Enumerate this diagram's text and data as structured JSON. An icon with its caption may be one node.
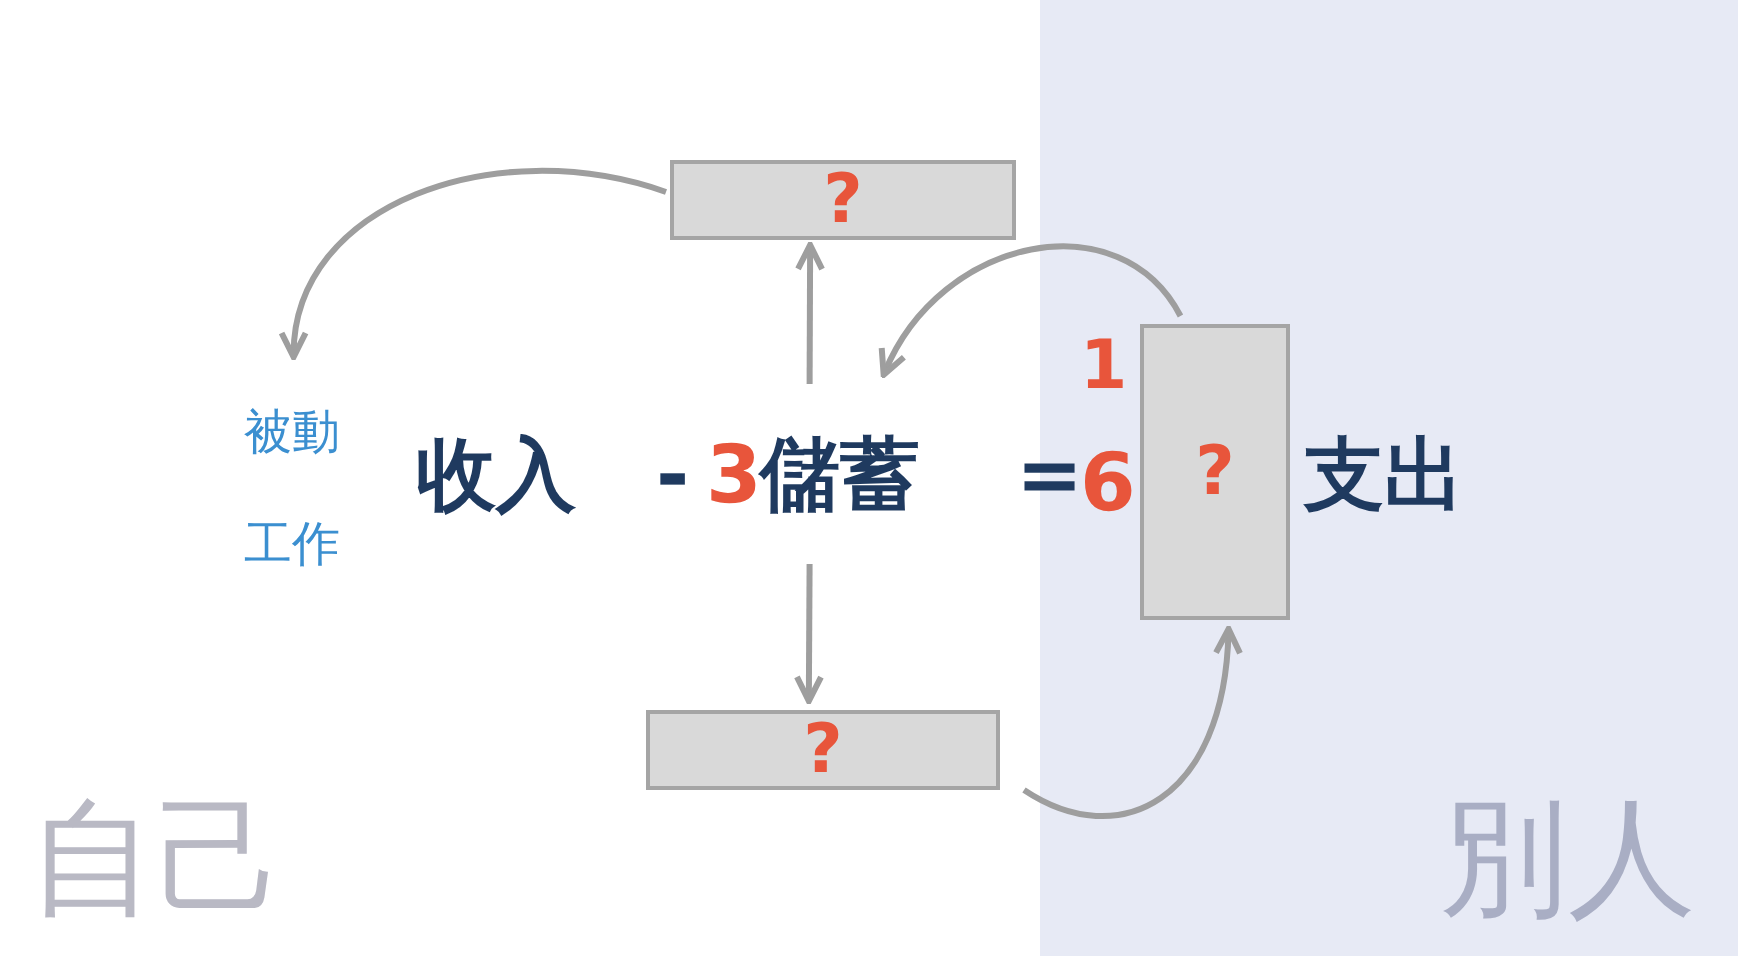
{
  "diagram": {
    "nodes": [
      {
        "text": [
          "?"
        ]
      },
      {
        "text": [
          "被動工作"
        ]
      },
      {
        "text": [
          "收入"
        ]
      },
      {
        "text": [
          "儲蓄"
        ]
      },
      {
        "text": [
          "?"
        ]
      },
      {
        "text": [
          "支出"
        ]
      },
      {
        "text": [
          "?"
        ]
      }
    ],
    "edges": [
      {
        "from": 0,
        "to": 1,
        "arrow": "to"
      },
      {
        "from": 3,
        "to": 0,
        "arrow": "to"
      },
      {
        "from": 3,
        "to": 6,
        "arrow": "to"
      },
      {
        "from": 4,
        "to": 3,
        "arrow": "to"
      },
      {
        "from": 6,
        "to": 4,
        "arrow": "to"
      }
    ],
    "labels": [
      "-",
      "3",
      "=",
      "1",
      "6",
      "自己",
      "別人"
    ]
  }
}
